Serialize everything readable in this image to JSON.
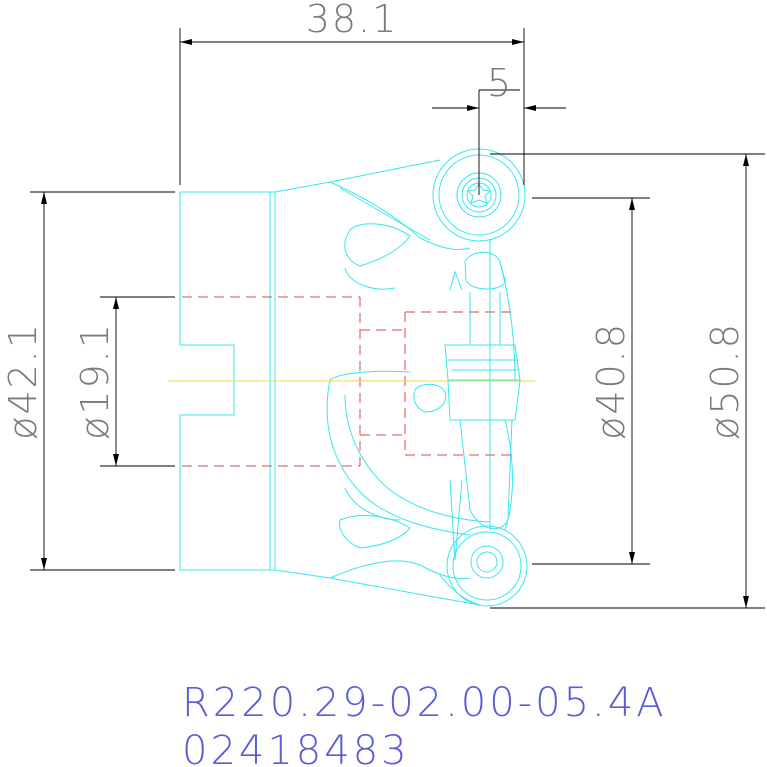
{
  "dimensions": {
    "length": "38.1",
    "offset": "5",
    "dia_left_outer": "ø42.1",
    "dia_left_inner": "ø19.1",
    "dia_right_inner": "ø40.8",
    "dia_right_outer": "ø50.8"
  },
  "part_code": "R220.29-02.00-05.4A",
  "part_number": "02418483",
  "colors": {
    "part": "#38e6f0",
    "hidden": "#e44444",
    "centerline": "#e8e23a",
    "dimension": "#000000",
    "code_text": "#5b5bd6"
  }
}
